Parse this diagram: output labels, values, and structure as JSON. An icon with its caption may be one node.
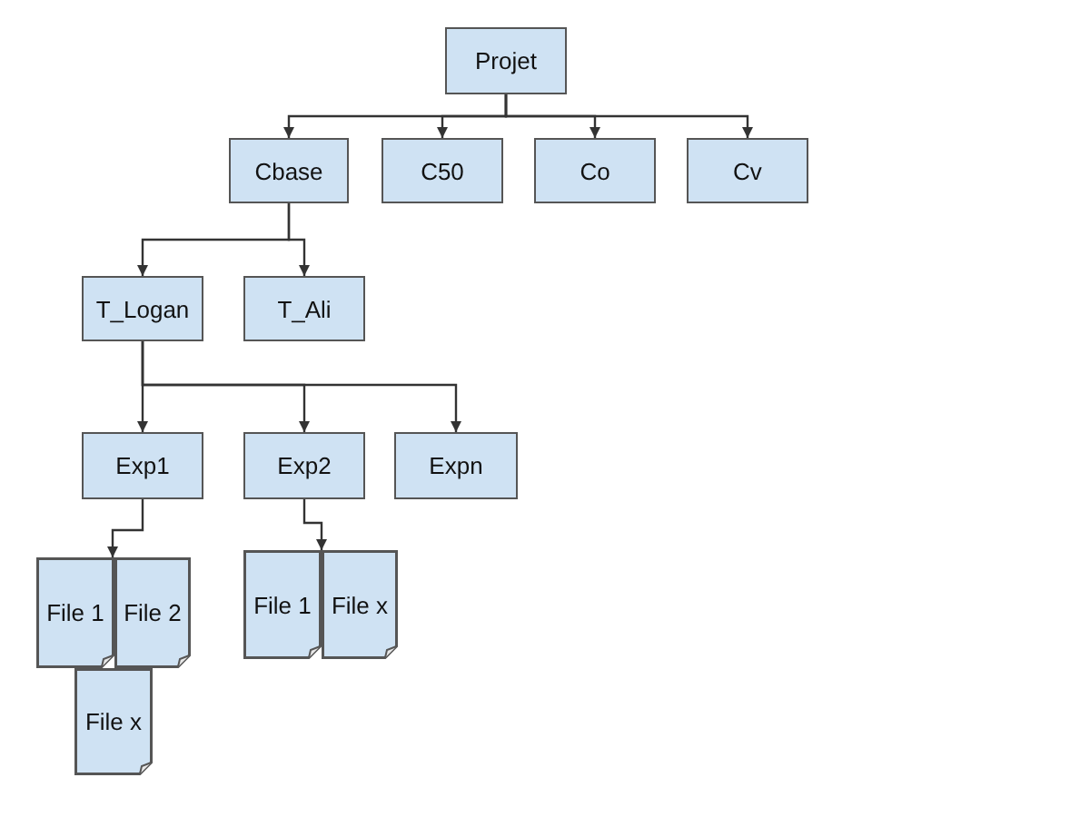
{
  "diagram": {
    "nodes": [
      {
        "text": [
          "Projet"
        ]
      },
      {
        "text": [
          "Cbase"
        ]
      },
      {
        "text": [
          "C50"
        ]
      },
      {
        "text": [
          "Co"
        ]
      },
      {
        "text": [
          "Cv"
        ]
      },
      {
        "text": [
          "T_Logan"
        ]
      },
      {
        "text": [
          "T_Ali"
        ]
      },
      {
        "text": [
          "Exp1"
        ]
      },
      {
        "text": [
          "Exp2"
        ]
      },
      {
        "text": [
          "Expn"
        ]
      },
      {
        "text": [
          "File 1"
        ]
      },
      {
        "text": [
          "File 2"
        ]
      },
      {
        "text": [
          "File x"
        ]
      },
      {
        "text": [
          "File 1"
        ]
      },
      {
        "text": [
          "File x"
        ]
      }
    ],
    "edges": [
      {
        "from": 0,
        "to": 1,
        "arrow": "to"
      },
      {
        "from": 0,
        "to": 2,
        "arrow": "to"
      },
      {
        "from": 0,
        "to": 3,
        "arrow": "to"
      },
      {
        "from": 0,
        "to": 4,
        "arrow": "to"
      },
      {
        "from": 1,
        "to": 5,
        "arrow": "to"
      },
      {
        "from": 1,
        "to": 6,
        "arrow": "to"
      },
      {
        "from": 5,
        "to": 7,
        "arrow": "to"
      },
      {
        "from": 5,
        "to": 8,
        "arrow": "to"
      },
      {
        "from": 5,
        "to": 9,
        "arrow": "to"
      },
      {
        "from": 7,
        "to": 10,
        "arrow": "to"
      },
      {
        "from": 8,
        "to": 13,
        "arrow": "to"
      }
    ]
  }
}
